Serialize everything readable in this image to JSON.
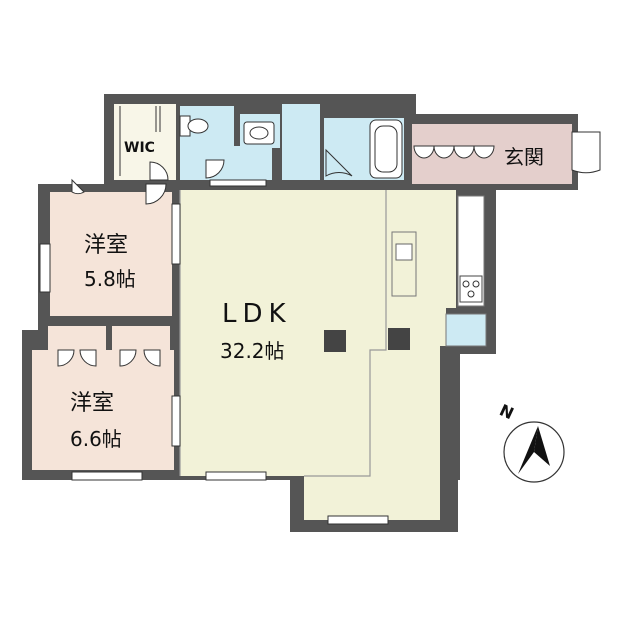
{
  "rooms": {
    "ldk": {
      "name": "LDK",
      "area": "32.2帖"
    },
    "western_room_1": {
      "name": "洋室",
      "area": "5.8帖"
    },
    "western_room_2": {
      "name": "洋室",
      "area": "6.6帖"
    },
    "entrance": {
      "name": "玄関"
    },
    "walk_in_closet": {
      "name": "WIC"
    }
  },
  "compass": {
    "label": "N",
    "icon": "north-arrow-icon"
  },
  "colors": {
    "wall": "#555555",
    "ldk_floor": "#f2f2d8",
    "room_floor": "#f5e4d9",
    "wet_area": "#cdeaf3",
    "entrance_floor": "#e4cfcc",
    "wic_floor": "#f8f6e8"
  }
}
